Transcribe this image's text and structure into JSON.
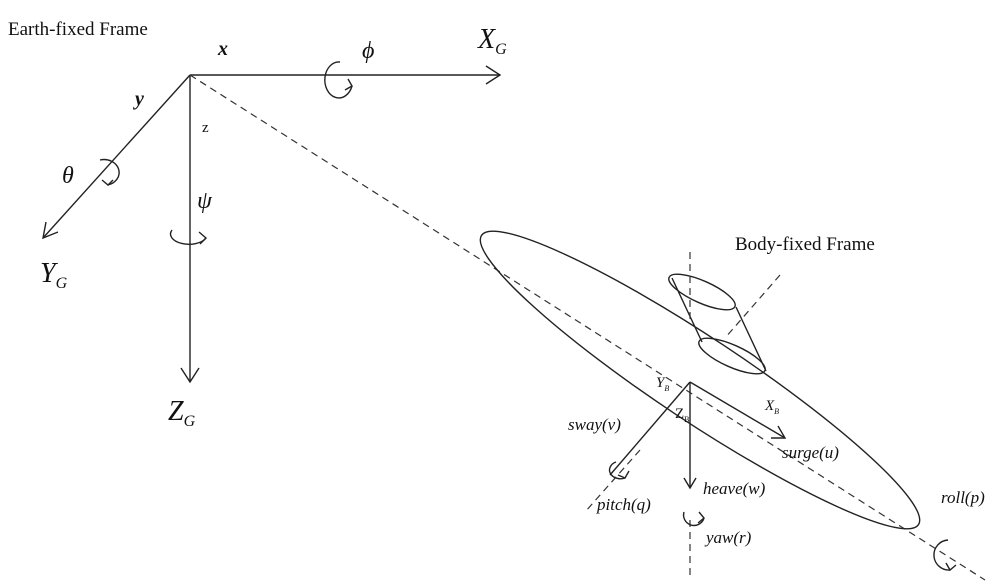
{
  "earth_frame": {
    "title": "Earth-fixed Frame",
    "x_label": "x",
    "y_label": "y",
    "z_label": "z",
    "XG_main": "X",
    "XG_sub": "G",
    "YG_main": "Y",
    "YG_sub": "G",
    "ZG_main": "Z",
    "ZG_sub": "G",
    "phi": "ϕ",
    "theta": "θ",
    "psi": "ψ"
  },
  "body_frame": {
    "title": "Body-fixed Frame",
    "XB_main": "X",
    "XB_sub": "B",
    "YB_main": "Y",
    "YB_sub": "B",
    "ZB_main": "Z",
    "ZB_sub": "B",
    "surge": "surge(u)",
    "sway": "sway(v)",
    "heave": "heave(w)",
    "pitch": "pitch(q)",
    "yaw": "yaw(r)",
    "roll": "roll(p)"
  }
}
